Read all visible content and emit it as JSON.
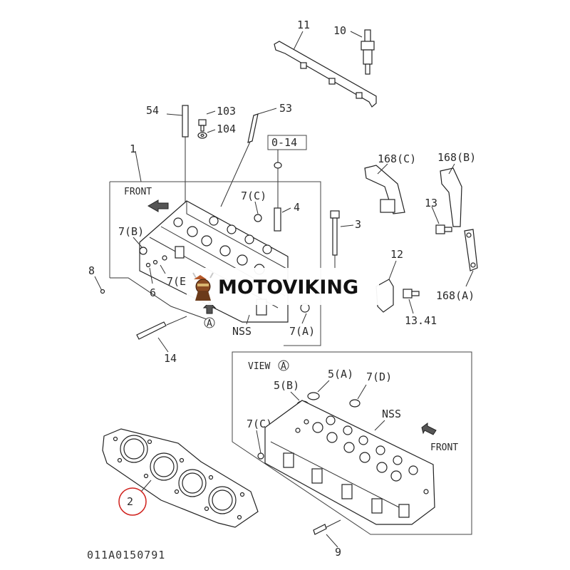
{
  "callouts": {
    "p11": "11",
    "p10": "10",
    "p54": "54",
    "p103": "103",
    "p104": "104",
    "p53": "53",
    "ref014": "0-14",
    "p1": "1",
    "front_top": "FRONT",
    "p7c_top": "7(C)",
    "p4": "4",
    "p3": "3",
    "p7b": "7(B)",
    "p8": "8",
    "p6": "6",
    "p7e": "7(E",
    "view_marker_a": "A",
    "nss_top": "NSS",
    "p7a": "7(A)",
    "p14": "14",
    "p168c": "168(C)",
    "p168b": "168(B)",
    "p13": "13",
    "p12": "12",
    "p1341": "13.41",
    "p168a": "168(A)",
    "view_a": "VIEW",
    "view_a_circle": "A",
    "p5b": "5(B)",
    "p5a": "5(A)",
    "p7d": "7(D)",
    "p7c_bottom": "7(C)",
    "nss_bottom": "NSS",
    "front_bottom": "FRONT",
    "p2": "2",
    "p9": "9"
  },
  "watermark": {
    "text": "MOTOVIKING"
  },
  "diagram_code": "011A0150791",
  "colors": {
    "line": "#333333",
    "highlight_circle": "#d0211c",
    "watermark_bg": "#ffffff"
  }
}
